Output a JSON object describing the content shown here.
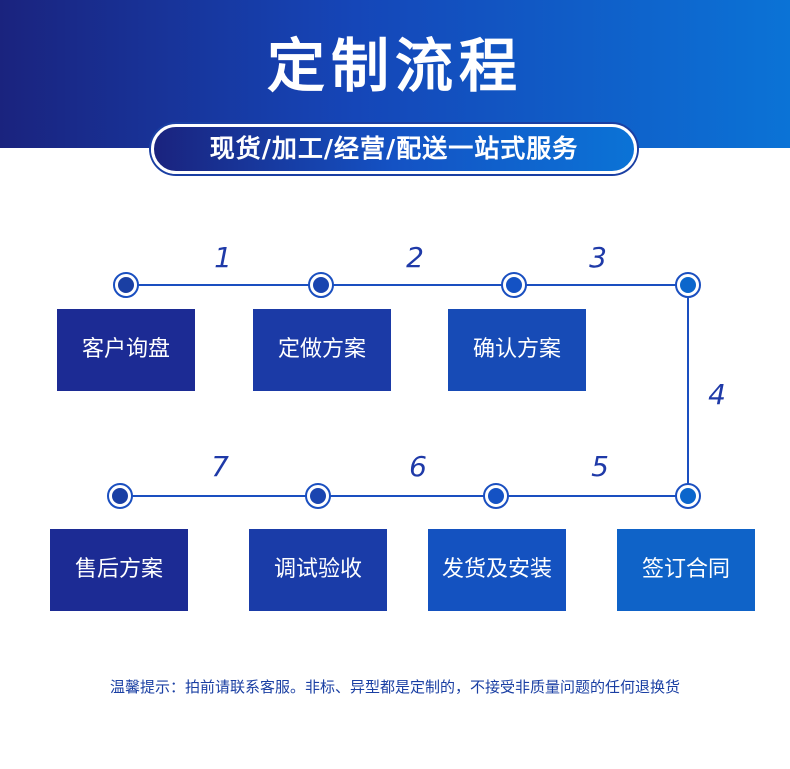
{
  "header": {
    "title": "定制流程",
    "subtitle": "现货/加工/经营/配送一站式服务"
  },
  "flow": {
    "numbers": [
      "1",
      "2",
      "3",
      "4",
      "5",
      "6",
      "7"
    ],
    "steps": [
      "客户询盘",
      "定做方案",
      "确认方案",
      "签订合同",
      "发货及安装",
      "调试验收",
      "售后方案"
    ]
  },
  "footer": {
    "note": "温馨提示：拍前请联系客服。非标、异型都是定制的，不接受非质量问题的任何退换货"
  },
  "colors": {
    "dark_blue": "#1a237e",
    "mid_blue": "#1546b8",
    "light_blue": "#0b73d6",
    "line": "#1a4fc0"
  }
}
